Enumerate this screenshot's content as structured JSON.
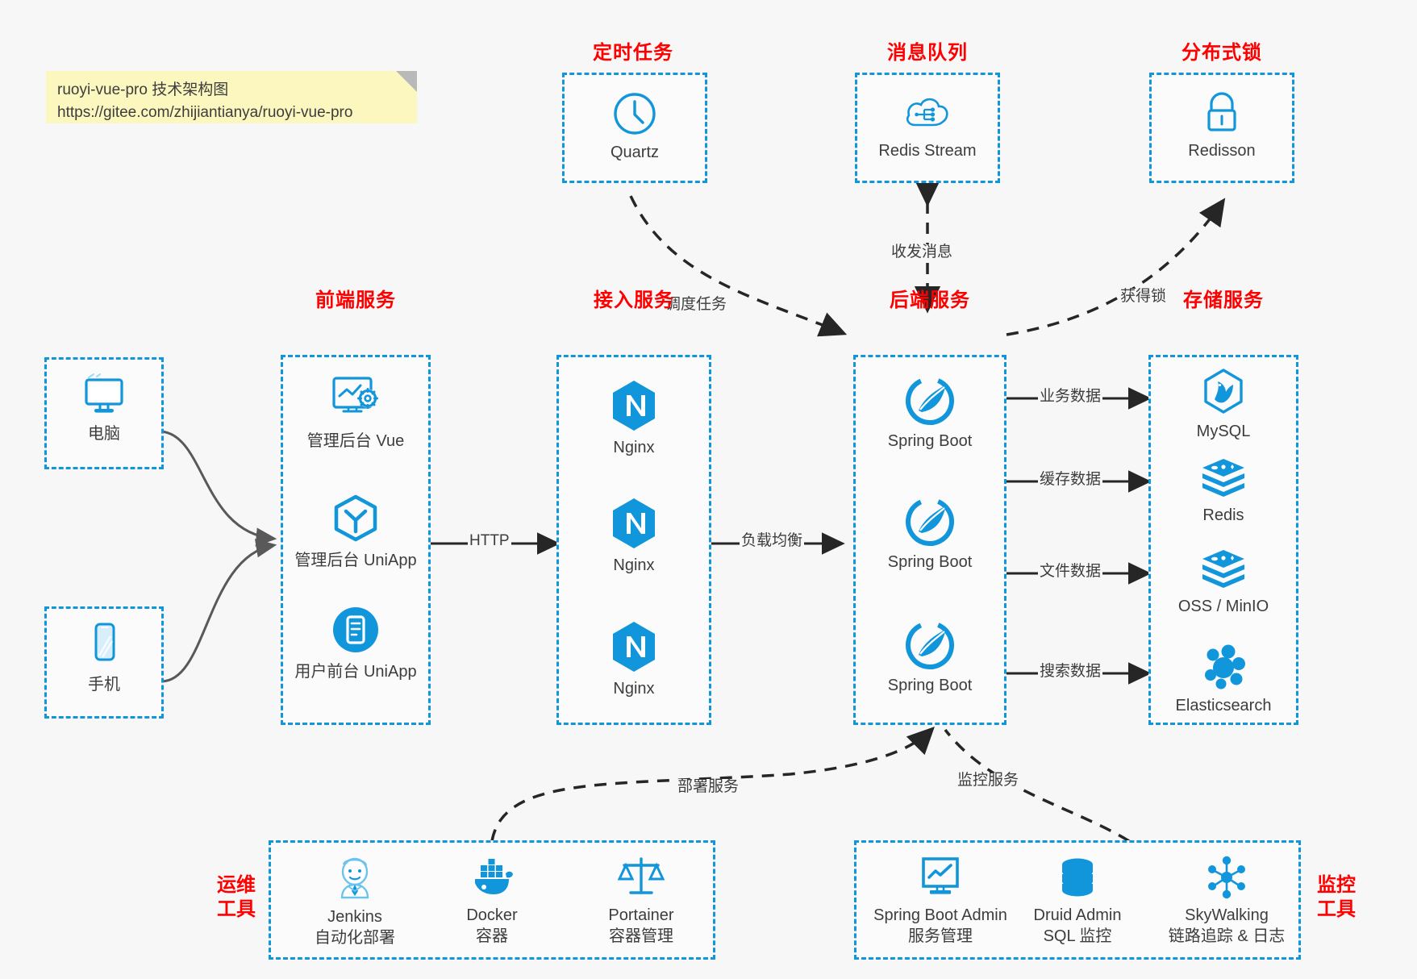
{
  "note": {
    "line1": "ruoyi-vue-pro 技术架构图",
    "line2": "https://gitee.com/zhijiantianya/ruoyi-vue-pro"
  },
  "colors": {
    "accent": "#1296db",
    "group_border": "#1296db",
    "title_red": "#ff0000",
    "canvas_bg": "#f7f7f7",
    "note_bg": "#fbf7bf",
    "arrow_gray": "#595959",
    "arrow_dark": "#262626"
  },
  "groups": {
    "scheduler": {
      "title": "定时任务",
      "nodes": [
        {
          "icon": "clock-icon",
          "label": "Quartz"
        }
      ]
    },
    "mq": {
      "title": "消息队列",
      "nodes": [
        {
          "icon": "cloud-stream-icon",
          "label": "Redis Stream"
        }
      ]
    },
    "lock": {
      "title": "分布式锁",
      "nodes": [
        {
          "icon": "lock-icon",
          "label": "Redisson"
        }
      ]
    },
    "client_pc": {
      "title": "",
      "nodes": [
        {
          "icon": "desktop-icon",
          "label": "电脑"
        }
      ]
    },
    "client_mobile": {
      "title": "",
      "nodes": [
        {
          "icon": "phone-icon",
          "label": "手机"
        }
      ]
    },
    "frontend": {
      "title": "前端服务",
      "nodes": [
        {
          "icon": "dashboard-vue-icon",
          "label": "管理后台 Vue"
        },
        {
          "icon": "cube-uniapp-icon",
          "label": "管理后台 UniApp"
        },
        {
          "icon": "app-uniapp-icon",
          "label": "用户前台 UniApp"
        }
      ]
    },
    "gateway": {
      "title": "接入服务",
      "nodes": [
        {
          "icon": "nginx-icon",
          "label": "Nginx"
        },
        {
          "icon": "nginx-icon",
          "label": "Nginx"
        },
        {
          "icon": "nginx-icon",
          "label": "Nginx"
        }
      ]
    },
    "backend": {
      "title": "后端服务",
      "nodes": [
        {
          "icon": "spring-boot-icon",
          "label": "Spring Boot"
        },
        {
          "icon": "spring-boot-icon",
          "label": "Spring Boot"
        },
        {
          "icon": "spring-boot-icon",
          "label": "Spring Boot"
        }
      ]
    },
    "storage": {
      "title": "存储服务",
      "nodes": [
        {
          "icon": "mysql-icon",
          "label": "MySQL"
        },
        {
          "icon": "redis-icon",
          "label": "Redis"
        },
        {
          "icon": "minio-icon",
          "label": "OSS / MinIO"
        },
        {
          "icon": "elasticsearch-icon",
          "label": "Elasticsearch"
        }
      ]
    },
    "devops": {
      "title": "运维\n工具",
      "title_line1": "运维",
      "title_line2": "工具",
      "nodes": [
        {
          "icon": "jenkins-icon",
          "label": "Jenkins",
          "sublabel": "自动化部署"
        },
        {
          "icon": "docker-icon",
          "label": "Docker",
          "sublabel": "容器"
        },
        {
          "icon": "portainer-icon",
          "label": "Portainer",
          "sublabel": "容器管理"
        }
      ]
    },
    "monitoring": {
      "title_line1": "监控",
      "title_line2": "工具",
      "nodes": [
        {
          "icon": "monitor-chart-icon",
          "label": "Spring Boot Admin",
          "sublabel": "服务管理"
        },
        {
          "icon": "database-icon",
          "label": "Druid Admin",
          "sublabel": "SQL 监控"
        },
        {
          "icon": "skywalking-icon",
          "label": "SkyWalking",
          "sublabel": "链路追踪 & 日志"
        }
      ]
    }
  },
  "edges": {
    "schedule_task": "调度任务",
    "mq_messages": "收发消息",
    "acquire_lock": "获得锁",
    "http": "HTTP",
    "load_balance": "负载均衡",
    "business_data": "业务数据",
    "cache_data": "缓存数据",
    "file_data": "文件数据",
    "search_data": "搜索数据",
    "deploy_service": "部署服务",
    "monitor_service": "监控服务"
  }
}
